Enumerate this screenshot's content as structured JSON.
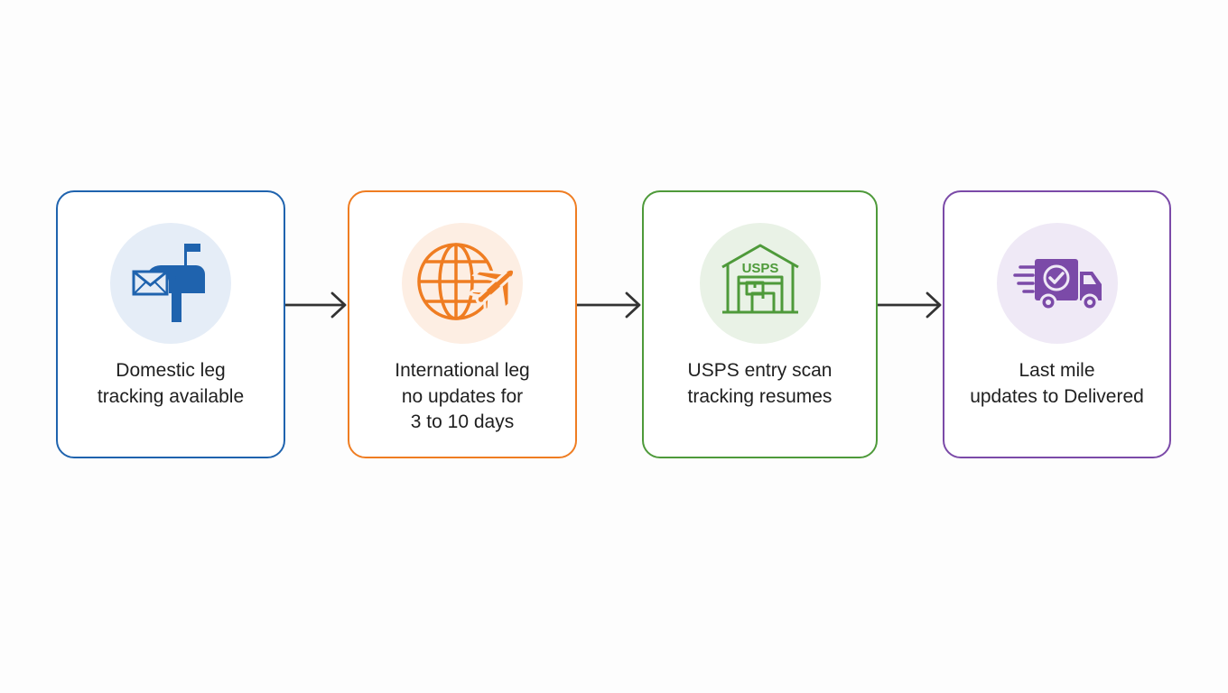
{
  "colors": {
    "blue": "#1f63ae",
    "blue_bg": "#e5edf7",
    "orange": "#ef7d22",
    "orange_bg": "#fdeee3",
    "green": "#4e9a3a",
    "green_bg": "#e9f2e6",
    "purple": "#7b4aa8",
    "purple_bg": "#efe9f6",
    "arrow": "#333333"
  },
  "steps": [
    {
      "icon": "mailbox-icon",
      "lines": [
        "Domestic leg",
        "tracking available"
      ]
    },
    {
      "icon": "globe-airplane-icon",
      "lines": [
        "International leg",
        "no updates for",
        "3 to 10 days"
      ]
    },
    {
      "icon": "warehouse-icon",
      "icon_text": "USPS",
      "lines": [
        "USPS entry scan",
        "tracking resumes"
      ]
    },
    {
      "icon": "delivery-truck-icon",
      "lines": [
        "Last mile",
        "updates to Delivered"
      ]
    }
  ]
}
